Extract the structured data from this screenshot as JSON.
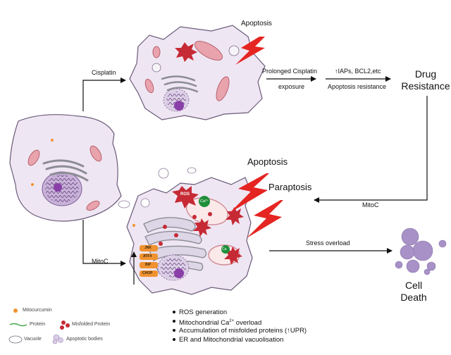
{
  "labels": {
    "apoptosis_top": "Apoptosis",
    "cisplatin": "Cisplatin",
    "prolonged_cisplatin": "Prolonged Cisplatin",
    "exposure": "exposure",
    "iaps": "↑IAPs, BCL2,etc",
    "apoptosis_resistance": "Apoptosis resistance",
    "drug_resistance_1": "Drug",
    "drug_resistance_2": "Resistance",
    "apoptosis_mid": "Apoptosis",
    "paraptosis": "Paraptosis",
    "mitoc_right": "MitoC",
    "mitoc_left": "MitoC",
    "stress_overload": "Stress overload",
    "cell_death_1": "Cell",
    "cell_death_2": "Death"
  },
  "cell_markers": {
    "ros": "ROS",
    "ca": "Ca²⁺",
    "ca_small": "Ca",
    "jnk": "JNK",
    "atf4": "ATF4",
    "bip": "BIP",
    "chop": "CHOP"
  },
  "legend": {
    "mitocurcumin": "Mitocurcumin",
    "protein": "Protein",
    "misfolded_protein": "Misfolded Protein",
    "vacuole": "Vacuole",
    "apoptotic_bodies": "Apoptotic bodies"
  },
  "effects": {
    "ros_generation": "ROS generation",
    "mito_ca_prefix": "Mitochondrial Ca",
    "mito_ca_sup": "2+",
    "mito_ca_suffix": " overload",
    "misfolded_accumulation": "Accumulation of misfolded proteins (↑UPR)",
    "vacuolisation": "ER and Mitochondrial vacuolisation"
  },
  "colors": {
    "cell_fill": "#efe6f3",
    "cell_stroke": "#6a5a78",
    "mito_fill": "#e9a3ad",
    "nucleus": "#8a3fa8",
    "er": "#8c8c96",
    "lightning": "#e52521",
    "burst": "#c62a35",
    "mitocurcumin": "#f0922f",
    "upr_box": "#f0922f",
    "ca_dot": "#1f8f3a",
    "protein_line": "#3fa64a",
    "death_cell": "#a791c6"
  }
}
